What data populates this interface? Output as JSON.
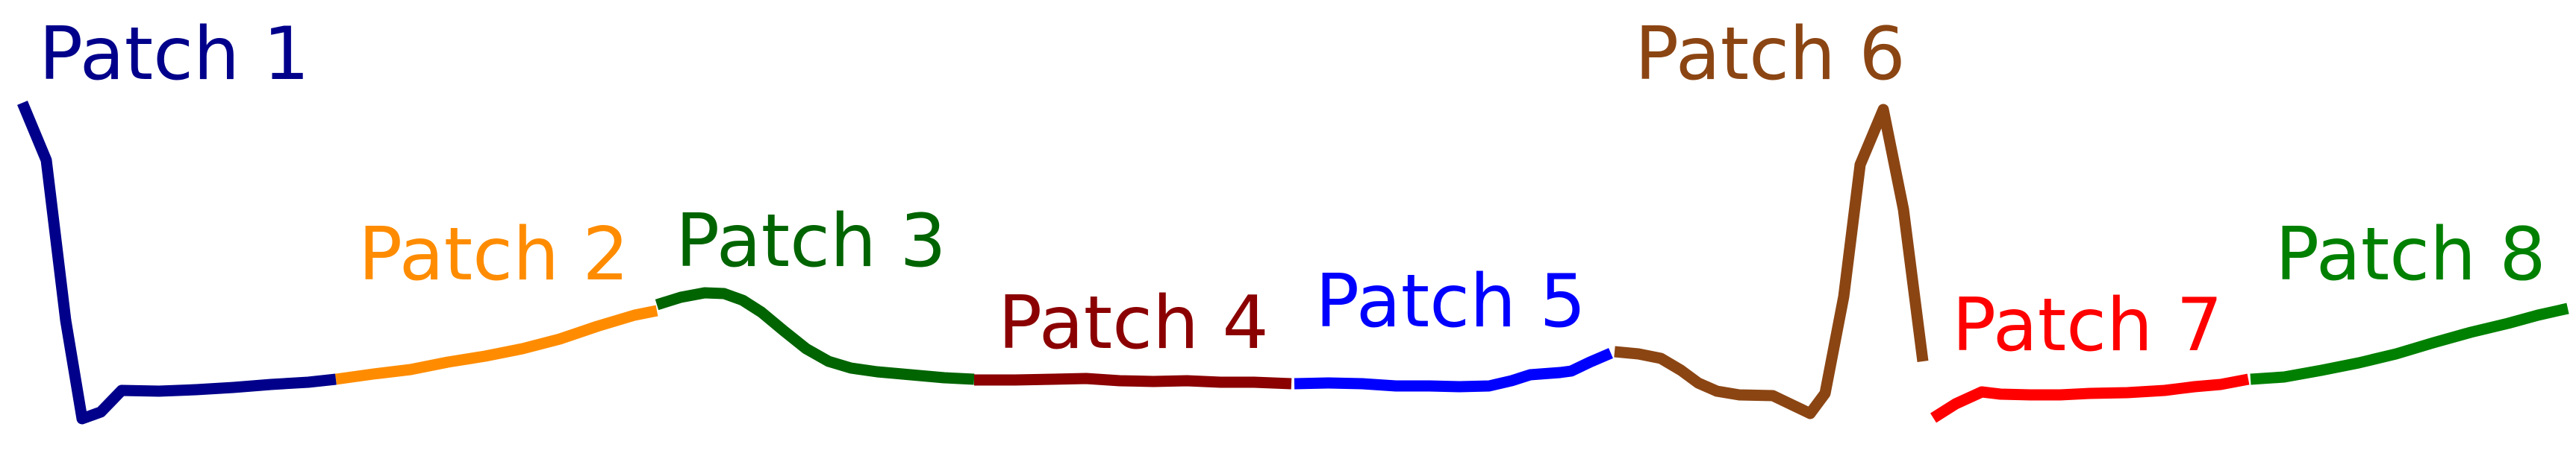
{
  "patches": [
    {
      "label": "Patch 1",
      "color": "#00008b"
    },
    {
      "label": "Patch 2",
      "color": "#ff8c00"
    },
    {
      "label": "Patch 3",
      "color": "#006400"
    },
    {
      "label": "Patch 4",
      "color": "#8b0000"
    },
    {
      "label": "Patch 5",
      "color": "#0000ff"
    },
    {
      "label": "Patch 6",
      "color": "#8b4513"
    },
    {
      "label": "Patch 7",
      "color": "#ff0000"
    },
    {
      "label": "Patch 8",
      "color": "#008000"
    }
  ]
}
